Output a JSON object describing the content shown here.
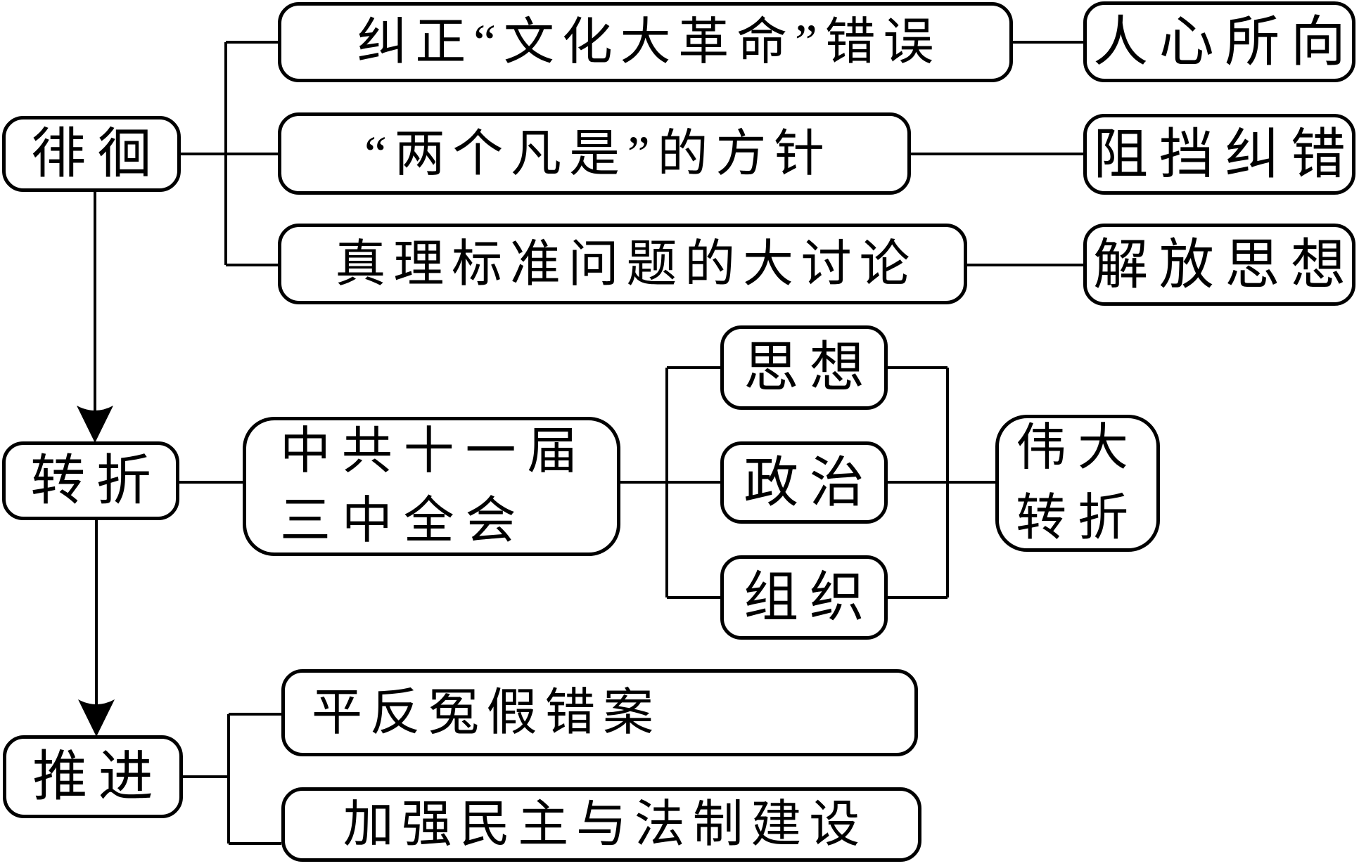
{
  "diagram": {
    "kind": "history-review-flowchart",
    "language": "zh-CN",
    "background_color": "#ffffff",
    "line_color": "#000000",
    "box_border_color": "#000000",
    "text_color": "#000000"
  },
  "stages": {
    "wander": {
      "label": "徘徊"
    },
    "turn": {
      "label": "转折"
    },
    "advance": {
      "label": "推进"
    }
  },
  "wander_branch": {
    "correct_cr_errors": {
      "label": "纠正“文化大革命”错误",
      "result": "人心所向"
    },
    "two_whatevers": {
      "label": "“两个凡是”的方针",
      "result": "阻挡纠错"
    },
    "truth_criterion": {
      "label": "真理标准问题的大讨论",
      "result": "解放思想"
    }
  },
  "results": {
    "popular_will": {
      "label": "人心所向"
    },
    "block_correction": {
      "label": "阻挡纠错"
    },
    "emancipate_mind": {
      "label": "解放思想"
    }
  },
  "turn_branch": {
    "third_plenum": {
      "line1": "中共十一届",
      "line2": "三中全会"
    },
    "ideology": {
      "label": "思想"
    },
    "politics": {
      "label": "政治"
    },
    "organization": {
      "label": "组织"
    },
    "great_turning_point": {
      "line1": "伟大",
      "line2": "转折"
    }
  },
  "advance_branch": {
    "redress_cases": {
      "label": "平反冤假错案"
    },
    "democracy_legal": {
      "label": "加强民主与法制建设"
    }
  }
}
